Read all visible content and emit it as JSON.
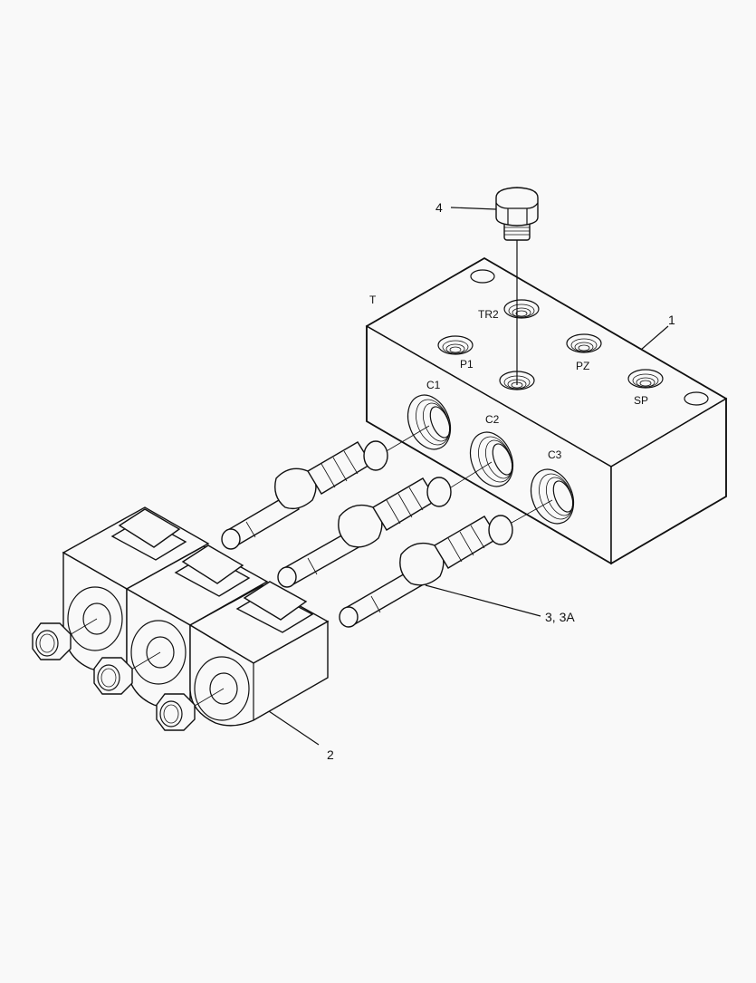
{
  "diagram": {
    "type": "exploded-parts-view",
    "background": "#f9f9f9",
    "line_color": "#111111",
    "callouts": [
      {
        "id": "1",
        "label": "1",
        "part": "manifold-block"
      },
      {
        "id": "2",
        "label": "2",
        "part": "solenoid-coil"
      },
      {
        "id": "3",
        "label": "3, 3A",
        "part": "cartridge-valve"
      },
      {
        "id": "4",
        "label": "4",
        "part": "plug"
      }
    ],
    "ports": {
      "T": "T",
      "TR2": "TR2",
      "P1": "P1",
      "PZ": "PZ",
      "SP": "SP",
      "C1": "C1",
      "C2": "C2",
      "C3": "C3"
    }
  }
}
